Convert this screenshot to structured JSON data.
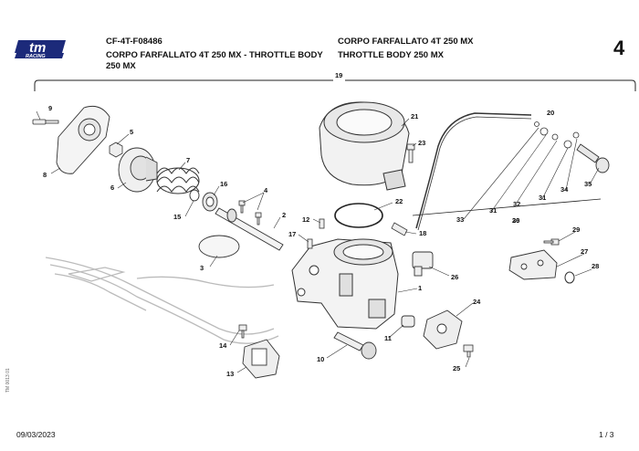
{
  "header": {
    "code": "CF-4T-F08486",
    "title_it": "CORPO FARFALLATO 4T 250 MX - THROTTLE BODY",
    "title_it_line2": "250 MX",
    "title_right_1": "CORPO FARFALLATO 4T 250 MX",
    "title_right_2": "THROTTLE BODY 250 MX",
    "page_number": "4",
    "logo_text": "tm",
    "logo_sub": "RACING"
  },
  "diagram": {
    "assembly_label": "19",
    "callouts": [
      "1",
      "2",
      "3",
      "4",
      "5",
      "6",
      "7",
      "8",
      "9",
      "10",
      "11",
      "12",
      "13",
      "14",
      "15",
      "16",
      "17",
      "18",
      "20",
      "21",
      "22",
      "23",
      "24",
      "25",
      "26",
      "27",
      "28",
      "29",
      "30",
      "31",
      "31",
      "32",
      "33",
      "34",
      "35"
    ]
  },
  "side_code": "TM 0013 01",
  "footer": {
    "date": "09/03/2023",
    "pages": "1 / 3"
  }
}
